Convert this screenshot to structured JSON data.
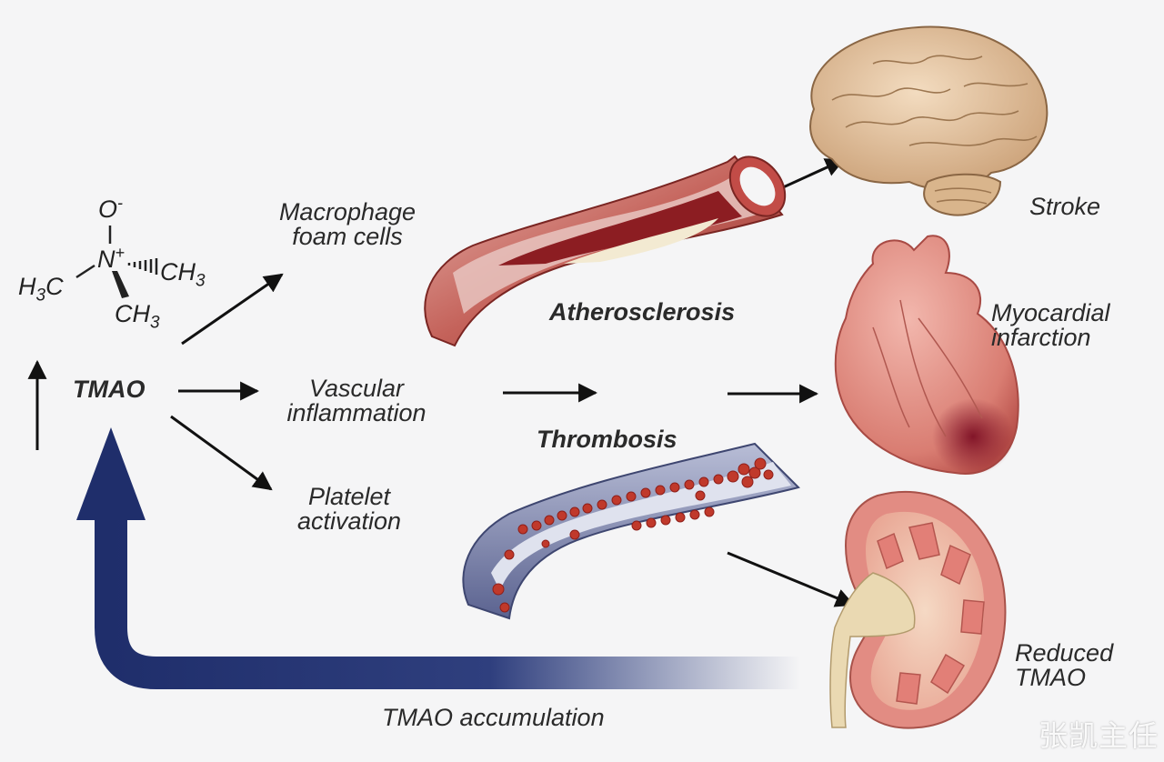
{
  "molecule": {
    "oxygen": "O",
    "oxygen_charge": "-",
    "nitrogen": "N",
    "nitrogen_charge": "+",
    "methyl_left_h": "H",
    "methyl_left_3": "3",
    "methyl_left_c": "C",
    "methyl_right": "CH",
    "methyl_right_3": "3",
    "methyl_bottom": "CH",
    "methyl_bottom_3": "3"
  },
  "labels": {
    "tmao": "TMAO",
    "macrophage_line1": "Macrophage",
    "macrophage_line2": "foam cells",
    "vascular_line1": "Vascular",
    "vascular_line2": "inflammation",
    "platelet_line1": "Platelet",
    "platelet_line2": "activation",
    "atherosclerosis": "Atherosclerosis",
    "thrombosis": "Thrombosis",
    "stroke": "Stroke",
    "mi_line1": "Myocardial",
    "mi_line2": "infarction",
    "reduced_line1": "Reduced",
    "reduced_line2": "TMAO",
    "accumulation": "TMAO accumulation"
  },
  "watermark": "张凯主任",
  "colors": {
    "background": "#f5f5f6",
    "feedback_arrow": "#1f2e6b",
    "artery_wall": "#b5524c",
    "plaque": "#efe6cc",
    "vessel_blue": "#7c84a8",
    "platelet_red": "#c0392b",
    "brain": "#e8c9a3",
    "heart": "#e3948a",
    "kidney": "#e48f86"
  }
}
